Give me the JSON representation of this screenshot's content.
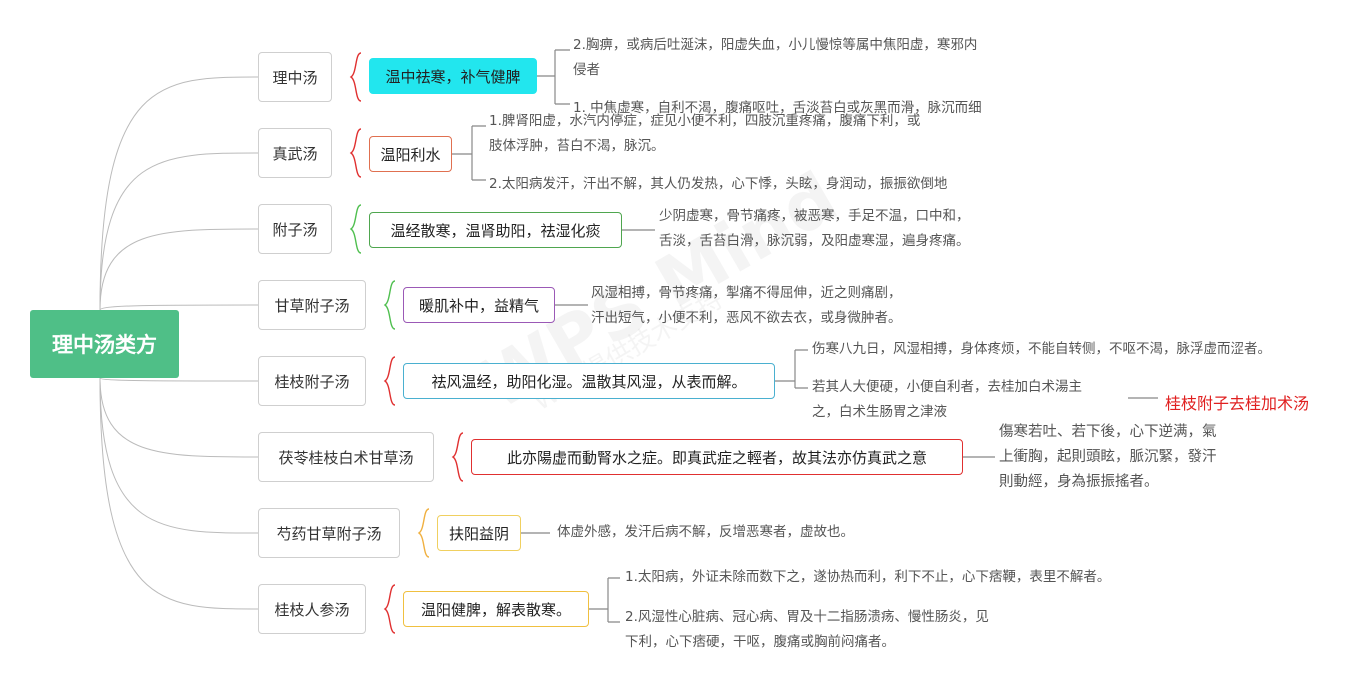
{
  "root": {
    "label": "理中汤类方",
    "color": "#4fbf87"
  },
  "watermark": {
    "text": "WPS Mind",
    "sub": "WPS提供技术支持"
  },
  "branches": [
    {
      "label": "理中汤",
      "effect": "温中祛寒，补气健脾",
      "effect_color": "#22e6ee",
      "border_color": "#22e6ee",
      "leaves": [
        {
          "lines": [
            "2.胸痹，或病后吐涎沫，阳虚失血，小儿慢惊等属中焦阳虚，寒邪内",
            "侵者"
          ]
        },
        {
          "lines": [
            "1. 中焦虚寒，自利不渴，腹痛呕吐，舌淡苔白或灰黑而滑，脉沉而细"
          ]
        }
      ]
    },
    {
      "label": "真武汤",
      "effect": "温阳利水",
      "border_color": "#e07050",
      "leaves": [
        {
          "lines": [
            "1.脾肾阳虚，水汽内停症，症见小便不利，四肢沉重疼痛，腹痛下利，或",
            "肢体浮肿，苔白不渴，脉沉。"
          ]
        },
        {
          "lines": [
            "2.太阳病发汗，汗出不解，其人仍发热，心下悸，头眩，身润动，振振欲倒地"
          ]
        }
      ]
    },
    {
      "label": "附子汤",
      "effect": "温经散寒，温肾助阳，祛湿化痰",
      "border_color": "#4fa64f",
      "leaves": [
        {
          "lines": [
            "少阴虚寒，骨节痛疼，被恶寒，手足不温，口中和，",
            "舌淡，舌苔白滑，脉沉弱，及阳虚寒湿，遍身疼痛。"
          ]
        }
      ]
    },
    {
      "label": "甘草附子汤",
      "effect": "暖肌补中，益精气",
      "border_color": "#9b59b6",
      "leaves": [
        {
          "lines": [
            "风湿相搏，骨节疼痛，掣痛不得屈伸，近之则痛剧，",
            "汗出短气，小便不利，恶风不欲去衣，或身微肿者。"
          ]
        }
      ]
    },
    {
      "label": "桂枝附子汤",
      "effect": "祛风温经，助阳化湿。温散其风湿，从表而解。",
      "border_color": "#4ab0d0",
      "leaves": [
        {
          "lines": [
            "伤寒八九日，风湿相搏，身体疼烦，不能自转侧，不呕不渴，脉浮虚而涩者。"
          ]
        },
        {
          "lines": [
            "若其人大便硬，小便自利者，去桂加白术湯主",
            "之，白术生肠胃之津液"
          ]
        }
      ],
      "note": "桂枝附子去桂加术汤"
    },
    {
      "label": "茯苓桂枝白术甘草汤",
      "effect": "此亦陽虚而動腎水之症。即真武症之輕者，故其法亦仿真武之意",
      "border_color": "#e03030",
      "leaves": [
        {
          "lines": [
            "傷寒若吐、若下後，心下逆满，氣",
            "上衝胸，起則頭眩，脈沉緊，發汗",
            "則動經，身為振振搖者。"
          ]
        }
      ]
    },
    {
      "label": "芍药甘草附子汤",
      "effect": "扶阳益阴",
      "border_color": "#f0d060",
      "leaves": [
        {
          "lines": [
            "体虚外感，发汗后病不解，反增恶寒者，虚故也。"
          ]
        }
      ]
    },
    {
      "label": "桂枝人参汤",
      "effect": "温阳健脾，解表散寒。",
      "border_color": "#f0c040",
      "leaves": [
        {
          "lines": [
            "1.太阳病，外证未除而数下之，遂协热而利，利下不止，心下痞鞕，表里不解者。"
          ]
        },
        {
          "lines": [
            "2.风湿性心脏病、冠心病、胃及十二指肠溃疡、慢性肠炎，见",
            "下利，心下痞硬，干呕，腹痛或胸前闷痛者。"
          ]
        }
      ]
    }
  ]
}
